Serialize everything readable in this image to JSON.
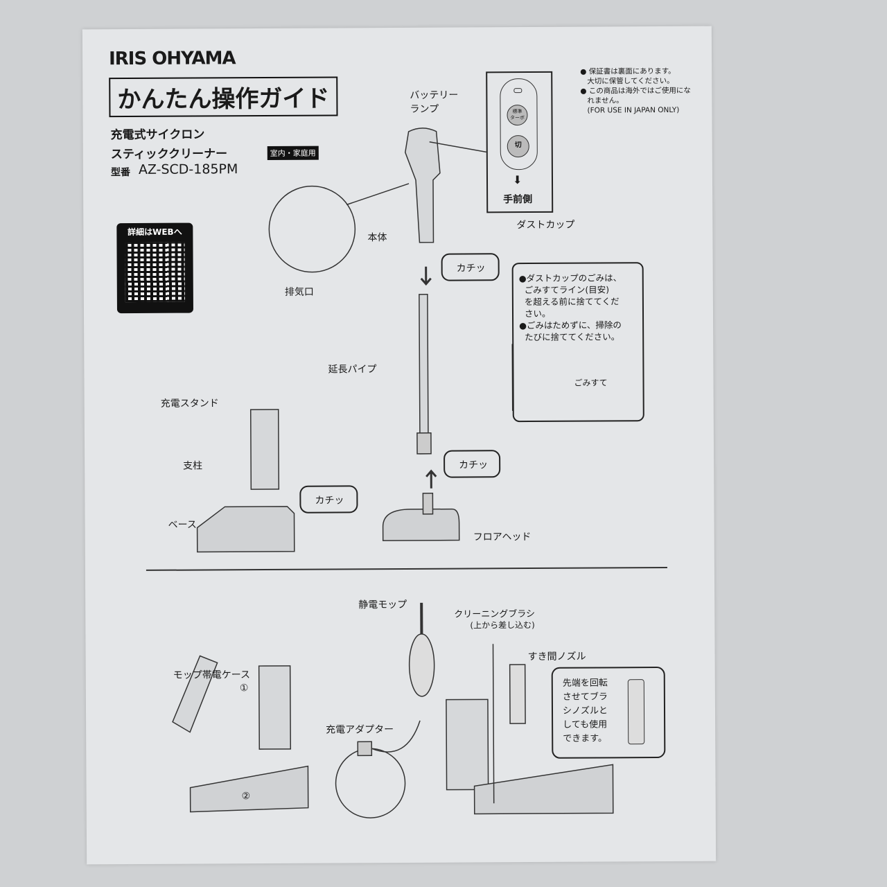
{
  "header": {
    "brand": "IRIS OHYAMA",
    "guide_title": "かんたん操作ガイド",
    "product_line1": "充電式サイクロン",
    "product_line2": "スティッククリーナー",
    "usage_tag": "室内・家庭用",
    "model_label": "型番",
    "model": "AZ-SCD-185PM"
  },
  "notes": [
    "● 保証書は裏面にあります。\n   大切に保管してください。\n● この商品は海外ではご使用にな\n   れません。\n   (FOR USE IN JAPAN ONLY)"
  ],
  "web": {
    "label": "詳細はWEBへ"
  },
  "remote": {
    "battery_lamp": "バッテリー\nランプ",
    "btn_mode": "標準\nターボ",
    "btn_off": "切",
    "front": "手前側"
  },
  "labels": {
    "body": "本体",
    "exhaust": "排気口",
    "dust_cup": "ダストカップ",
    "click": "カチッ",
    "pipe": "延長パイプ",
    "stand": "充電スタンド",
    "pillar": "支柱",
    "base": "ベース",
    "floor_head": "フロアヘッド",
    "mop": "静電モップ",
    "brush": "クリーニングブラシ",
    "brush_note": "(上から差し込む)",
    "crevice": "すき間ノズル",
    "mop_case": "モップ帯電ケース",
    "adapter": "充電アダプター",
    "step1": "①",
    "step2": "②",
    "trash_line": "ごみすて"
  },
  "dust_note": "●ダストカップのごみは、\n  ごみすてライン(目安)\n  を超える前に捨ててくだ\n  さい。\n●ごみはためずに、掃除の\n  たびに捨ててください。",
  "crevice_note": "先端を回転\nさせてブラ\nシノズルと\nしても使用\nできます。"
}
